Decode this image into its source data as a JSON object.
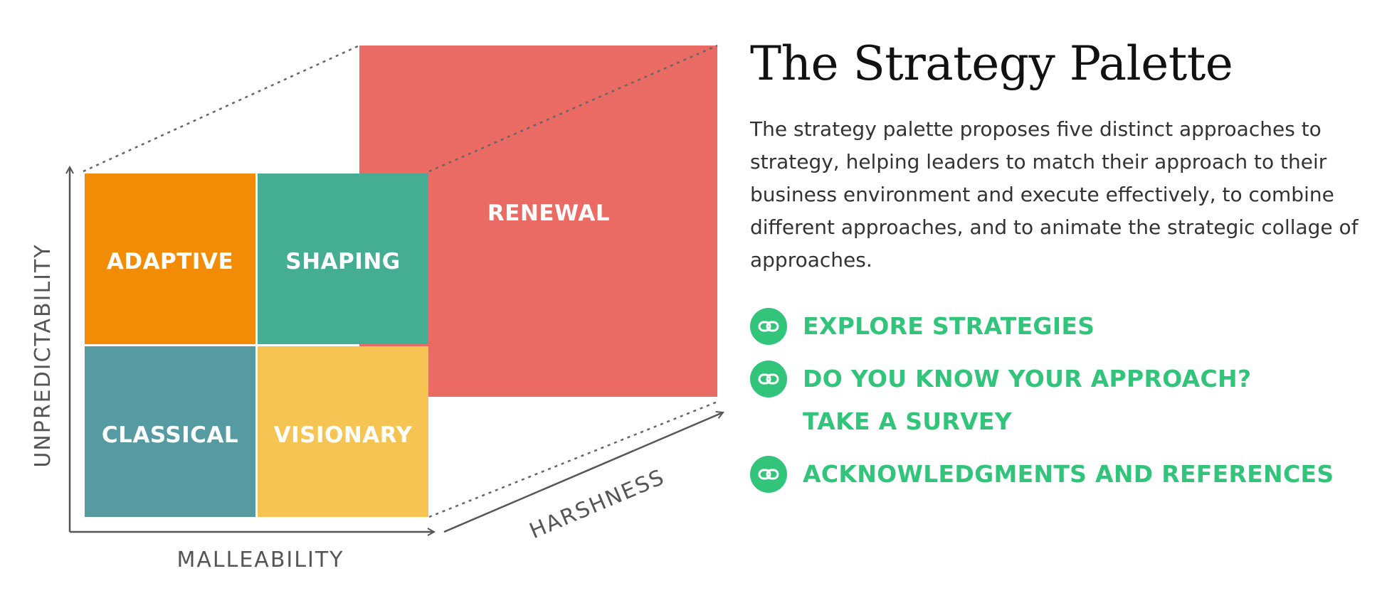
{
  "diagram": {
    "quadrants": [
      {
        "id": "adaptive",
        "label": "ADAPTIVE",
        "color": "#f28c07"
      },
      {
        "id": "shaping",
        "label": "SHAPING",
        "color": "#45ad93"
      },
      {
        "id": "classical",
        "label": "CLASSICAL",
        "color": "#569ba2"
      },
      {
        "id": "visionary",
        "label": "VISIONARY",
        "color": "#f6c452"
      }
    ],
    "renewal": {
      "label": "RENEWAL",
      "color": "#e96b63"
    },
    "axes": {
      "vertical": "UNPREDICTABILITY",
      "horizontal": "MALLEABILITY",
      "depth": "HARSHNESS"
    }
  },
  "panel": {
    "title": "The Strategy Palette",
    "description": "The strategy palette proposes five distinct approaches to strategy, helping leaders to match their approach to their business environment and execute effectively, to combine different approaches, and to animate the strategic collage of approaches.",
    "links": [
      {
        "lines": [
          "EXPLORE STRATEGIES"
        ],
        "icon": "link-icon"
      },
      {
        "lines": [
          "DO YOU KNOW YOUR APPROACH?",
          "TAKE A SURVEY"
        ],
        "icon": "link-icon"
      },
      {
        "lines": [
          "ACKNOWLEDGMENTS AND REFERENCES"
        ],
        "icon": "link-icon"
      }
    ],
    "accent_color": "#32c47a"
  }
}
